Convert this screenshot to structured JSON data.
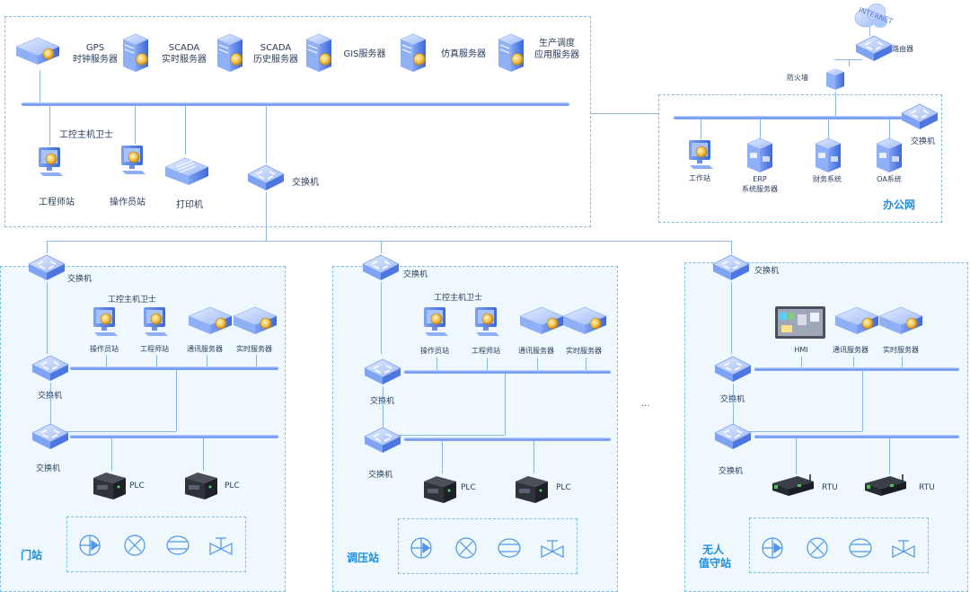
{
  "top_servers": [
    {
      "name": "gps",
      "lines": [
        "GPS",
        "时钟服务器"
      ]
    },
    {
      "name": "scada-rt",
      "lines": [
        "SCADA",
        "实时服务器"
      ]
    },
    {
      "name": "scada-hist",
      "lines": [
        "SCADA",
        "历史服务器"
      ]
    },
    {
      "name": "gis",
      "lines": [
        "GIS服务器"
      ]
    },
    {
      "name": "sim",
      "lines": [
        "仿真服务器"
      ]
    },
    {
      "name": "prod",
      "lines": [
        "生产调度",
        "应用服务器"
      ]
    }
  ],
  "top_zone": {
    "security_guard": "工控主机卫士",
    "engineer_station": "工程师站",
    "operator_station": "操作员站",
    "printer": "打印机",
    "switch": "交换机"
  },
  "office": {
    "internet": "INTERNET",
    "router": "路由器",
    "firewall": "防火墙",
    "switch": "交换机",
    "title": "办公网",
    "items": [
      {
        "name": "workstation",
        "lines": [
          "工作站"
        ]
      },
      {
        "name": "erp",
        "lines": [
          "ERP",
          "系统服务器"
        ]
      },
      {
        "name": "finance",
        "lines": [
          "财务系统"
        ]
      },
      {
        "name": "oa",
        "lines": [
          "OA系统"
        ]
      }
    ]
  },
  "stations": [
    {
      "name": "门站",
      "switch_top": "交换机",
      "switch_mid": "交换机",
      "switch_low": "交换机",
      "guard": "工控主机卫士",
      "devices": [
        "操作员站",
        "工程师站",
        "通讯服务器",
        "实时服务器"
      ],
      "field": "PLC",
      "field_labels": [
        "PLC",
        "PLC"
      ]
    },
    {
      "name": "调压站",
      "switch_top": "交换机",
      "switch_mid": "交换机",
      "switch_low": "交换机",
      "guard": "工控主机卫士",
      "devices": [
        "操作员站",
        "工程师站",
        "通讯服务器",
        "实时服务器"
      ],
      "field": "PLC",
      "field_labels": [
        "PLC",
        "PLC"
      ]
    },
    {
      "name_lines": [
        "无人",
        "值守站"
      ],
      "switch_top": "交换机",
      "switch_mid": "交换机",
      "switch_low": "交换机",
      "devices": [
        "HMI",
        "通讯服务器",
        "实时服务器"
      ],
      "field": "RTU",
      "field_labels": [
        "RTU",
        "RTU"
      ]
    }
  ],
  "ellipsis": "...",
  "colors": {
    "accent": "#1f8de0",
    "bus": "#6f95f0",
    "line": "#8ab8de",
    "box_border": "#7fc1e6",
    "station_bg": "#eef8fd"
  }
}
